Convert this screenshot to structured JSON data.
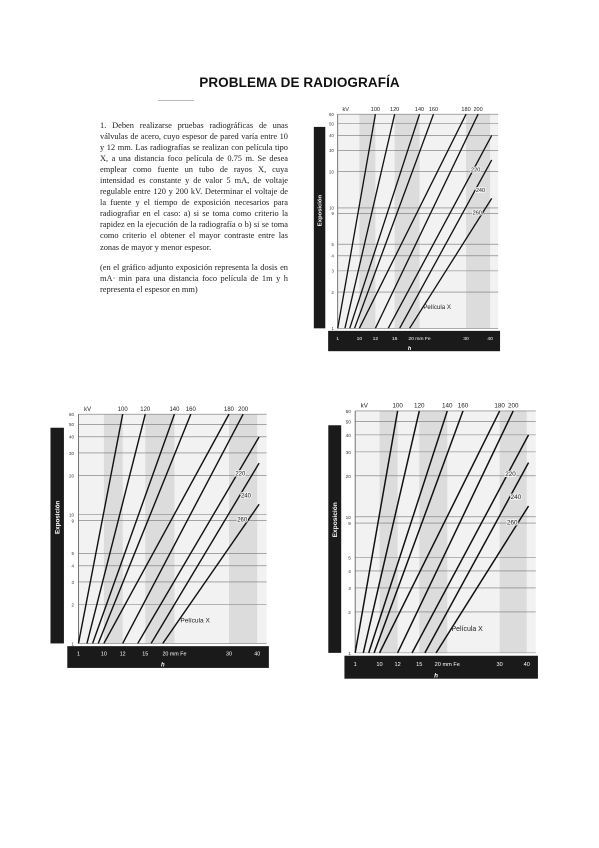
{
  "document": {
    "title": "PROBLEMA DE RADIOGRAFÍA",
    "problem_text": "1. Deben realizarse pruebas radiográficas de unas válvulas de acero, cuyo espesor de pared varía entre 10 y 12 mm. Las radiografías se realizan con película tipo X, a una distancia foco película de 0.75 m. Se desea emplear como fuente un tubo de rayos X, cuya intensidad es constante y de valor 5 mA, de voltaje regulable entre 120 y 200 kV. Determinar el voltaje de la fuente y el tiempo de exposición necesarios para radiografiar en el caso: a) si se toma como criterio la rapidez en la ejecución de la radiografía o b) si se toma como criterio el obtener el mayor contraste entre las zonas de mayor y menor espesor.",
    "note_text": "(en el gráfico adjunto exposición representa la dosis en mA· min para una distancia foco película de 1m y h representa el espesor en mm)"
  },
  "chart_data": [
    {
      "type": "line",
      "chart_id": "top",
      "ylabel": "Exposición",
      "xlabel": "h",
      "kv_label": "kV",
      "film_label": "Película X",
      "x_ticks": [
        "1",
        "10",
        "12",
        "15",
        "20 mm Fe",
        "30",
        "40"
      ],
      "y_ticks": [
        "1",
        "2",
        "3",
        "4",
        "5",
        "9",
        "10",
        "20",
        "30",
        "40",
        "50",
        "60"
      ],
      "top_labels": [
        "100",
        "120",
        "140",
        "160",
        "180",
        "200"
      ],
      "right_labels": [
        "220",
        "240",
        "260"
      ],
      "series": [
        {
          "name": "100",
          "start_h": 1,
          "top_h": 12
        },
        {
          "name": "120",
          "start_h": 4,
          "top_h": 15
        },
        {
          "name": "140",
          "start_h": 6,
          "top_h": 20
        },
        {
          "name": "160",
          "start_h": 8,
          "top_h": 23
        },
        {
          "name": "180",
          "start_h": 10,
          "top_h": 30
        },
        {
          "name": "200",
          "start_h": 12,
          "top_h": 35
        },
        {
          "name": "220",
          "start_h": 14,
          "end_h": 40,
          "end_exp": 40
        },
        {
          "name": "240",
          "start_h": 16,
          "end_h": 40,
          "end_exp": 25
        },
        {
          "name": "260",
          "start_h": 18,
          "end_h": 40,
          "end_exp": 12
        }
      ]
    },
    {
      "type": "line",
      "chart_id": "bottom-left",
      "ylabel": "Exposición",
      "xlabel": "h",
      "kv_label": "kV",
      "film_label": "Película X",
      "x_ticks": [
        "1",
        "10",
        "12",
        "15",
        "20 mm Fe",
        "30",
        "40"
      ],
      "y_ticks": [
        "1",
        "2",
        "3",
        "4",
        "5",
        "9",
        "10",
        "20",
        "30",
        "40",
        "50",
        "60"
      ],
      "top_labels": [
        "100",
        "120",
        "140",
        "160",
        "180",
        "200"
      ],
      "right_labels": [
        "220",
        "240",
        "260"
      ],
      "series": [
        {
          "name": "100",
          "start_h": 1,
          "top_h": 12
        },
        {
          "name": "120",
          "start_h": 4,
          "top_h": 15
        },
        {
          "name": "140",
          "start_h": 6,
          "top_h": 20
        },
        {
          "name": "160",
          "start_h": 8,
          "top_h": 23
        },
        {
          "name": "180",
          "start_h": 10,
          "top_h": 30
        },
        {
          "name": "200",
          "start_h": 12,
          "top_h": 35
        },
        {
          "name": "220",
          "start_h": 14,
          "end_h": 40,
          "end_exp": 40
        },
        {
          "name": "240",
          "start_h": 16,
          "end_h": 40,
          "end_exp": 25
        },
        {
          "name": "260",
          "start_h": 18,
          "end_h": 40,
          "end_exp": 12
        }
      ]
    },
    {
      "type": "line",
      "chart_id": "bottom-right",
      "ylabel": "Exposición",
      "xlabel": "h",
      "kv_label": "kV",
      "film_label": "Película X",
      "x_ticks": [
        "1",
        "10",
        "12",
        "15",
        "20 mm Fe",
        "30",
        "40"
      ],
      "y_ticks": [
        "1",
        "2",
        "3",
        "4",
        "5",
        "9",
        "10",
        "20",
        "30",
        "40",
        "50",
        "60"
      ],
      "top_labels": [
        "100",
        "120",
        "140",
        "160",
        "180",
        "200"
      ],
      "right_labels": [
        "220",
        "240",
        "260"
      ],
      "series": [
        {
          "name": "100",
          "start_h": 1,
          "top_h": 12
        },
        {
          "name": "120",
          "start_h": 4,
          "top_h": 15
        },
        {
          "name": "140",
          "start_h": 6,
          "top_h": 20
        },
        {
          "name": "160",
          "start_h": 8,
          "top_h": 23
        },
        {
          "name": "180",
          "start_h": 10,
          "top_h": 30
        },
        {
          "name": "200",
          "start_h": 12,
          "top_h": 35
        },
        {
          "name": "220",
          "start_h": 14,
          "end_h": 40,
          "end_exp": 40
        },
        {
          "name": "240",
          "start_h": 16,
          "end_h": 40,
          "end_exp": 25
        },
        {
          "name": "260",
          "start_h": 18,
          "end_h": 40,
          "end_exp": 12
        }
      ]
    }
  ]
}
